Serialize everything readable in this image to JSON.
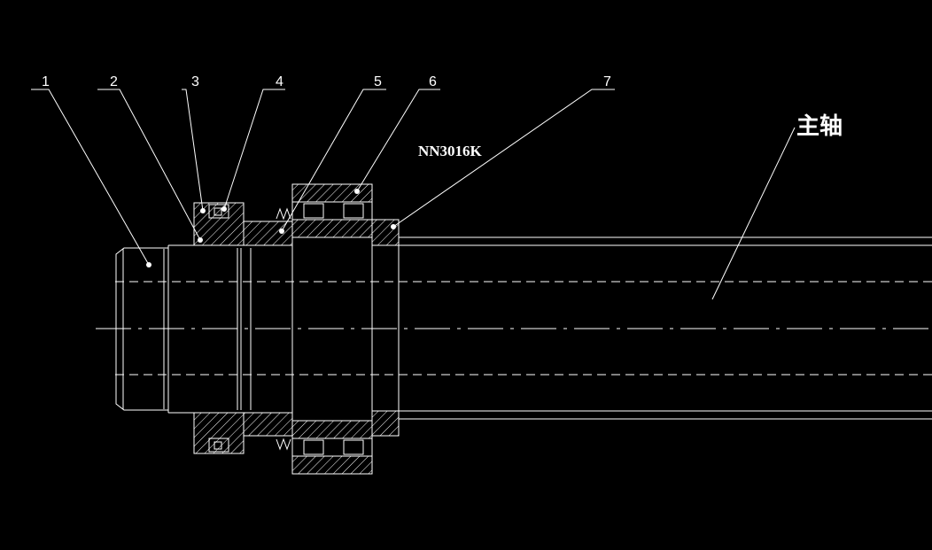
{
  "callouts": [
    "1",
    "2",
    "3",
    "4",
    "5",
    "6",
    "7"
  ],
  "bearing_model": "NN3016K",
  "spindle_label": "主轴",
  "colors": {
    "background": "#000000",
    "line": "#ffffff"
  }
}
